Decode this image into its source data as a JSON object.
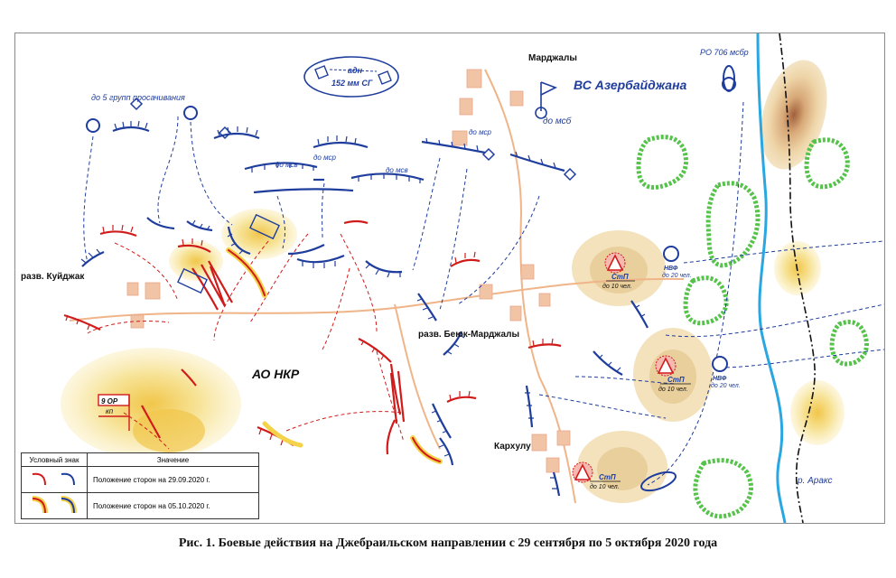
{
  "map": {
    "labels": {
      "marjaly": "Марджалы",
      "vs_az": "ВС Азербайджана",
      "ro706": "РО 706 мсбр",
      "adn": "адн",
      "sg152": "152 мм СГ",
      "probes": "до 5 групп просачивания",
      "do_mse_1": "до мсв",
      "do_msr_1": "до мср",
      "do_mse_2": "до мсв",
      "do_msr_2": "до мср",
      "do_msb": "до мсб",
      "kuyjak": "разв. Куйджак",
      "beyuk": "разв. Беюк-Марджалы",
      "ao_nkr": "АО НКР",
      "or9": "9 ОР",
      "kp": "кп",
      "karkhulu": "Кархулу",
      "araks": "р. Аракс",
      "stp": "СтП",
      "do10": "до 10 чел.",
      "nvf": "НВФ",
      "do20": "до 20 чел."
    },
    "colors": {
      "blue": "#1f3d9c",
      "red": "#d01b1b",
      "river": "#2aa6e0",
      "road": "#f0b489",
      "forest": "#55c24a",
      "village": "#f2c4a6",
      "terrain": "#f4e6b0",
      "terrain_dark": "#b87a4c"
    }
  },
  "legend": {
    "col_sign": "Условный знак",
    "col_meaning": "Значение",
    "rows": [
      {
        "text": "Положение сторон на 29.09.2020 г."
      },
      {
        "text": "Положение сторон на 05.10.2020 г."
      }
    ]
  },
  "caption": "Рис. 1. Боевые действия на Джебраильском направлении с 29 сентября по 5 октября 2020 года"
}
